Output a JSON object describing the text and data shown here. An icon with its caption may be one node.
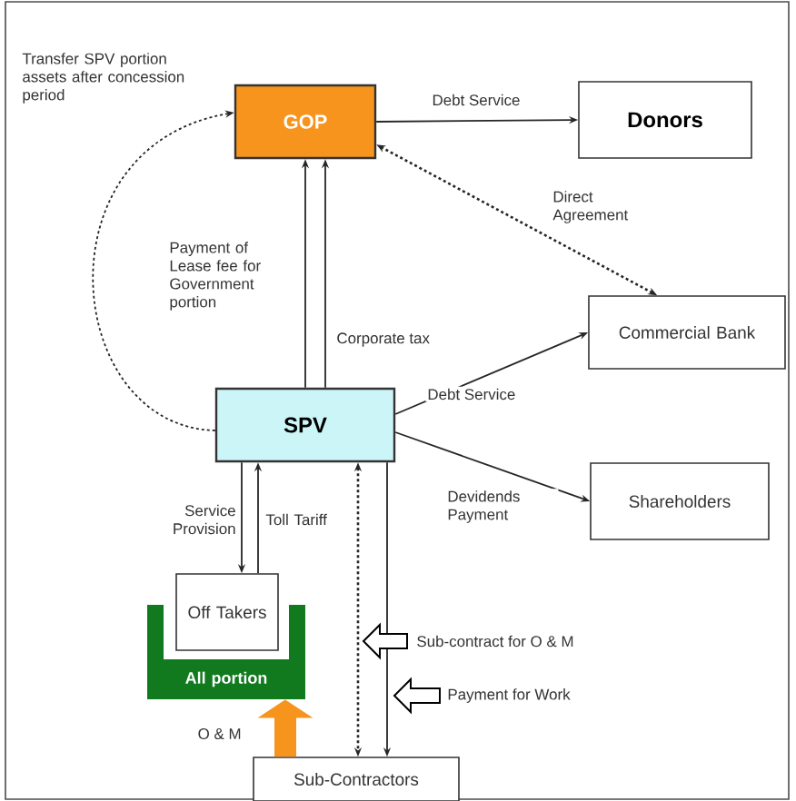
{
  "diagram": {
    "nodes": [
      {
        "text": [
          "GOP"
        ]
      },
      {
        "text": [
          "Donors"
        ]
      },
      {
        "text": [
          "Commercial Bank"
        ]
      },
      {
        "text": [
          "SPV"
        ]
      },
      {
        "text": [
          "Shareholders"
        ]
      },
      {
        "text": [
          "All portion"
        ]
      },
      {
        "text": [
          "Off Takers"
        ]
      },
      {
        "text": [
          "Sub-Contractors"
        ]
      }
    ],
    "edges": [
      {
        "from": 0,
        "to": 1,
        "arrow": "to",
        "label": "Debt Service"
      },
      {
        "from": 2,
        "to": 0,
        "arrow": "both",
        "label": "Direct Agreement",
        "style": "dashed"
      },
      {
        "from": 3,
        "to": 0,
        "arrow": "to",
        "label": "Payment of Lease fee for Government portion"
      },
      {
        "from": 3,
        "to": 0,
        "arrow": "to",
        "label": "Corporate tax"
      },
      {
        "from": 3,
        "to": 2,
        "arrow": "to",
        "label": "Debt Service"
      },
      {
        "from": 3,
        "to": 4,
        "arrow": "to",
        "label": "Devidends Payment"
      },
      {
        "from": 3,
        "to": 6,
        "arrow": "to",
        "label": "Service Provision"
      },
      {
        "from": 6,
        "to": 3,
        "arrow": "to",
        "label": "Toll Tariff"
      },
      {
        "from": 3,
        "to": 7,
        "arrow": "both",
        "label": "Sub-contract for O & M",
        "style": "dashed"
      },
      {
        "from": 3,
        "to": 7,
        "arrow": "to",
        "label": "Payment for Work"
      },
      {
        "from": 7,
        "to": 5,
        "arrow": "to",
        "label": "O & M",
        "style": "thick",
        "color": "#f7941d"
      },
      {
        "from": 3,
        "to": 0,
        "arrow": "to",
        "label": "Transfer SPV portion assets after concession period",
        "style": "dashed"
      }
    ]
  }
}
